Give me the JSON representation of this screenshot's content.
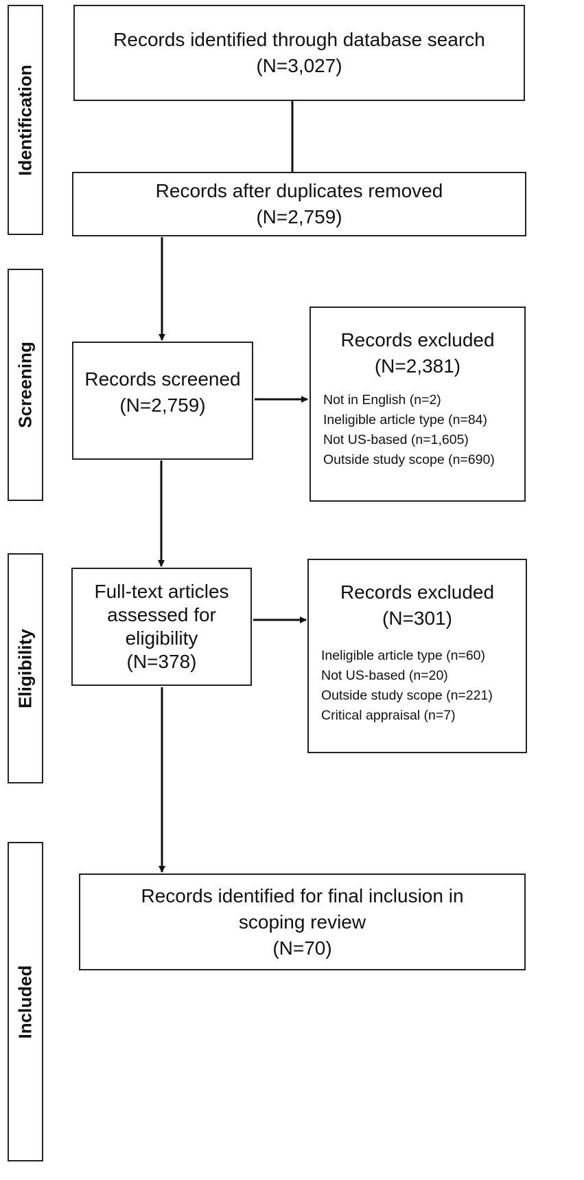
{
  "stages": {
    "identification": "Identification",
    "screening": "Screening",
    "eligibility": "Eligibility",
    "included": "Included"
  },
  "boxes": {
    "identified": {
      "line1": "Records identified through database search",
      "count": "(N=3,027)"
    },
    "deduplicated": {
      "line1": "Records after duplicates removed",
      "count": "(N=2,759)"
    },
    "screened": {
      "line1": "Records screened",
      "count": "(N=2,759)"
    },
    "screening_excluded": {
      "title": "Records excluded",
      "count": "(N=2,381)",
      "reasons": [
        "Not in English (n=2)",
        "Ineligible article type (n=84)",
        "Not US-based (n=1,605)",
        "Outside study scope (n=690)"
      ]
    },
    "fulltext": {
      "line1": "Full-text articles",
      "line2": "assessed for",
      "line3": "eligibility",
      "count": "(N=378)"
    },
    "eligibility_excluded": {
      "title": "Records excluded",
      "count": "(N=301)",
      "reasons": [
        "Ineligible article type (n=60)",
        "Not US-based (n=20)",
        "Outside study scope (n=221)",
        "Critical appraisal (n=7)"
      ]
    },
    "included": {
      "line1": "Records identified for final inclusion in",
      "line2": "scoping review",
      "count": "(N=70)"
    }
  }
}
